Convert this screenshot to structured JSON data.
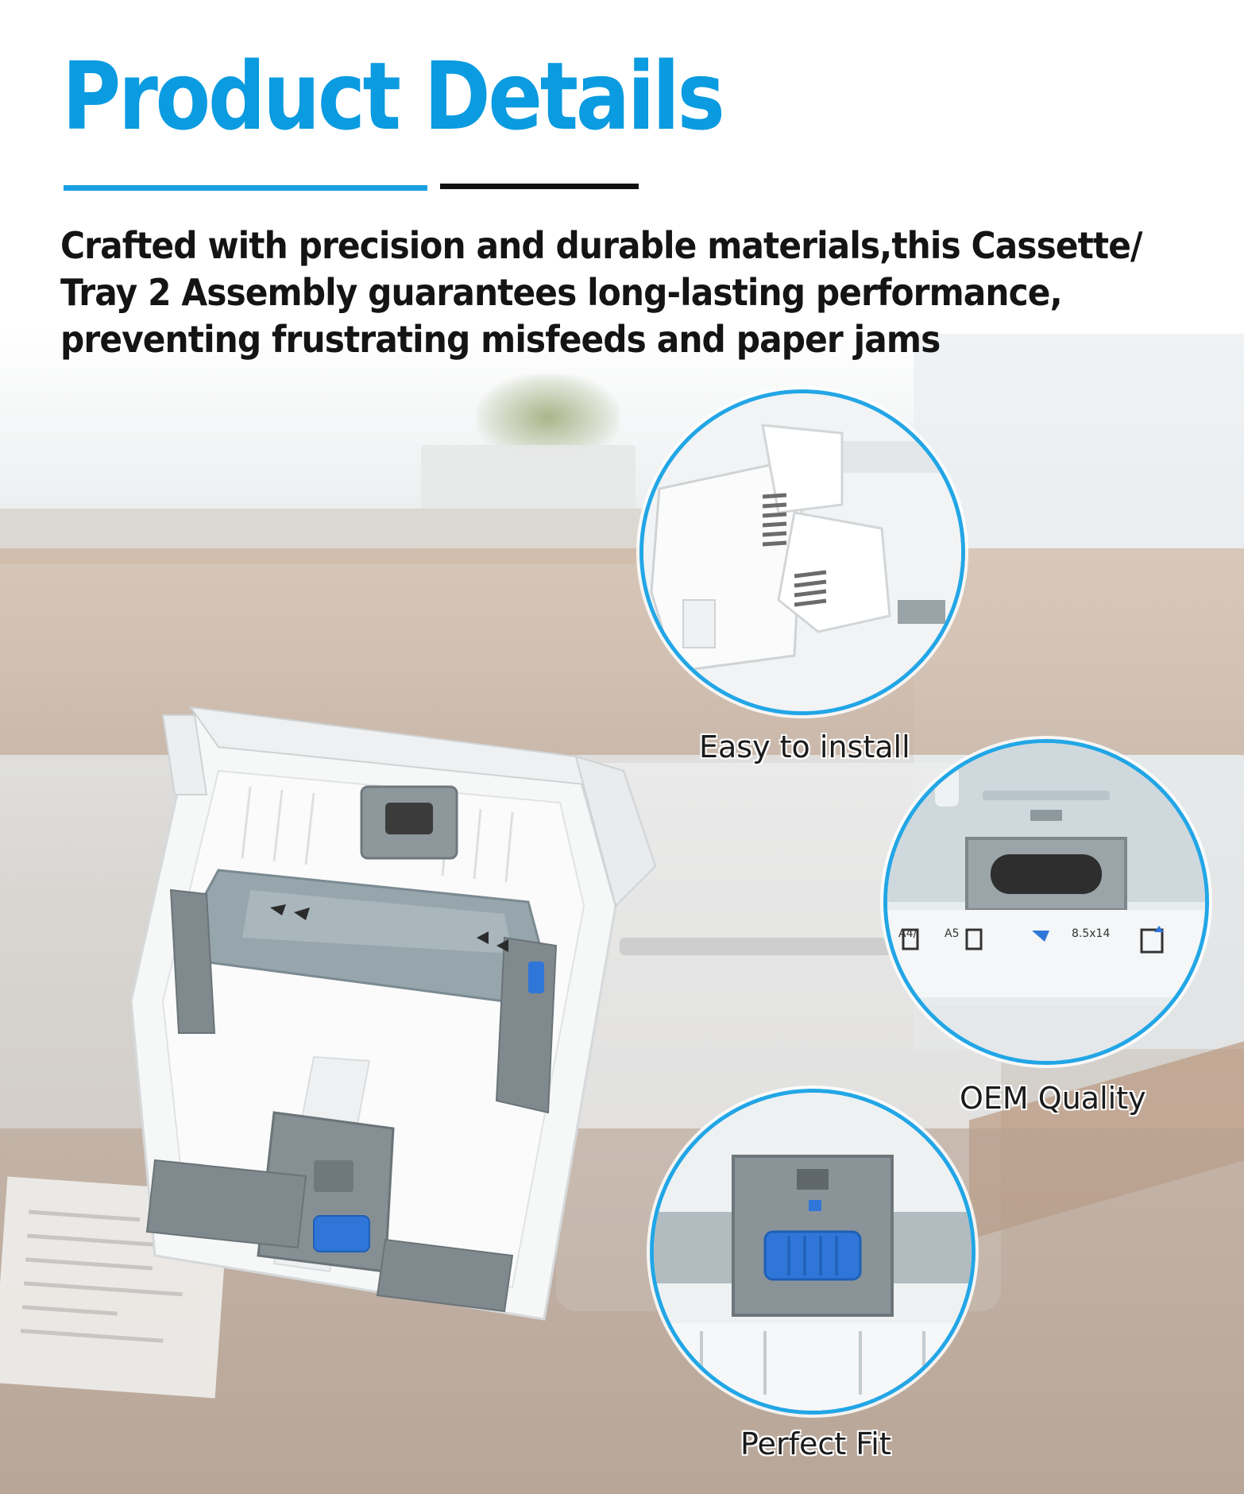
{
  "header": {
    "title": "Product Details",
    "description": "Crafted with precision and durable materials,this Cassette/ Tray 2 Assembly guarantees long-lasting performance, preventing frustrating misfeeds and paper jams"
  },
  "features": [
    {
      "caption": "Easy to install",
      "icon": "spring-latch-closeup"
    },
    {
      "caption": "OEM Quality",
      "icon": "roller-closeup",
      "paper_labels": [
        "A4/",
        "A5",
        "8.5x14"
      ]
    },
    {
      "caption": "Perfect Fit",
      "icon": "blue-slider-closeup"
    }
  ],
  "colors": {
    "title_blue": "#0a9be0",
    "accent_blue": "#22a6e6",
    "text_dark": "#141414",
    "tray_gray": "#8d979c",
    "slider_blue": "#2f76d8"
  }
}
